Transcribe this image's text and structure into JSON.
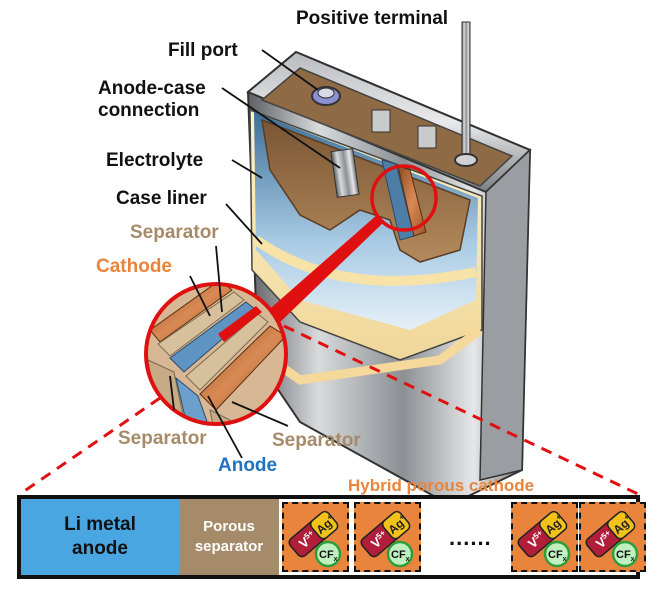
{
  "labels": {
    "positive_terminal": "Positive terminal",
    "fill_port": "Fill port",
    "anode_case_line1": "Anode-case",
    "anode_case_line2": "connection",
    "electrolyte": "Electrolyte",
    "case_liner": "Case liner",
    "separator_top": "Separator",
    "cathode": "Cathode",
    "separator_left": "Separator",
    "separator_right": "Separator",
    "anode": "Anode",
    "hybrid_cathode": "Hybrid porous cathode"
  },
  "strip": {
    "li_line1": "Li metal",
    "li_line2": "anode",
    "sep_line1": "Porous",
    "sep_line2": "separator",
    "ellipsis": "......",
    "tiles": [
      {
        "v": "V",
        "v_sup": "5+",
        "ag": "Ag",
        "ag_sup": "+",
        "cf": "CF",
        "cf_sub": "x"
      },
      {
        "v": "V",
        "v_sup": "5+",
        "ag": "Ag",
        "ag_sup": "+",
        "cf": "CF",
        "cf_sub": "x"
      },
      {
        "v": "V",
        "v_sup": "5+",
        "ag": "Ag",
        "ag_sup": "+",
        "cf": "CF",
        "cf_sub": "x"
      },
      {
        "v": "V",
        "v_sup": "5+",
        "ag": "Ag",
        "ag_sup": "+",
        "cf": "CF",
        "cf_sub": "x"
      }
    ]
  },
  "colors": {
    "tan": "#a68b6a",
    "orange": "#e8843c",
    "blue": "#1f73c2",
    "blue_cell": "#4aa6e0",
    "red": "#e01010",
    "crystal_red": "#b01e3a",
    "crystal_gold": "#f2c21b",
    "cf_green": "#2f9e3a"
  }
}
